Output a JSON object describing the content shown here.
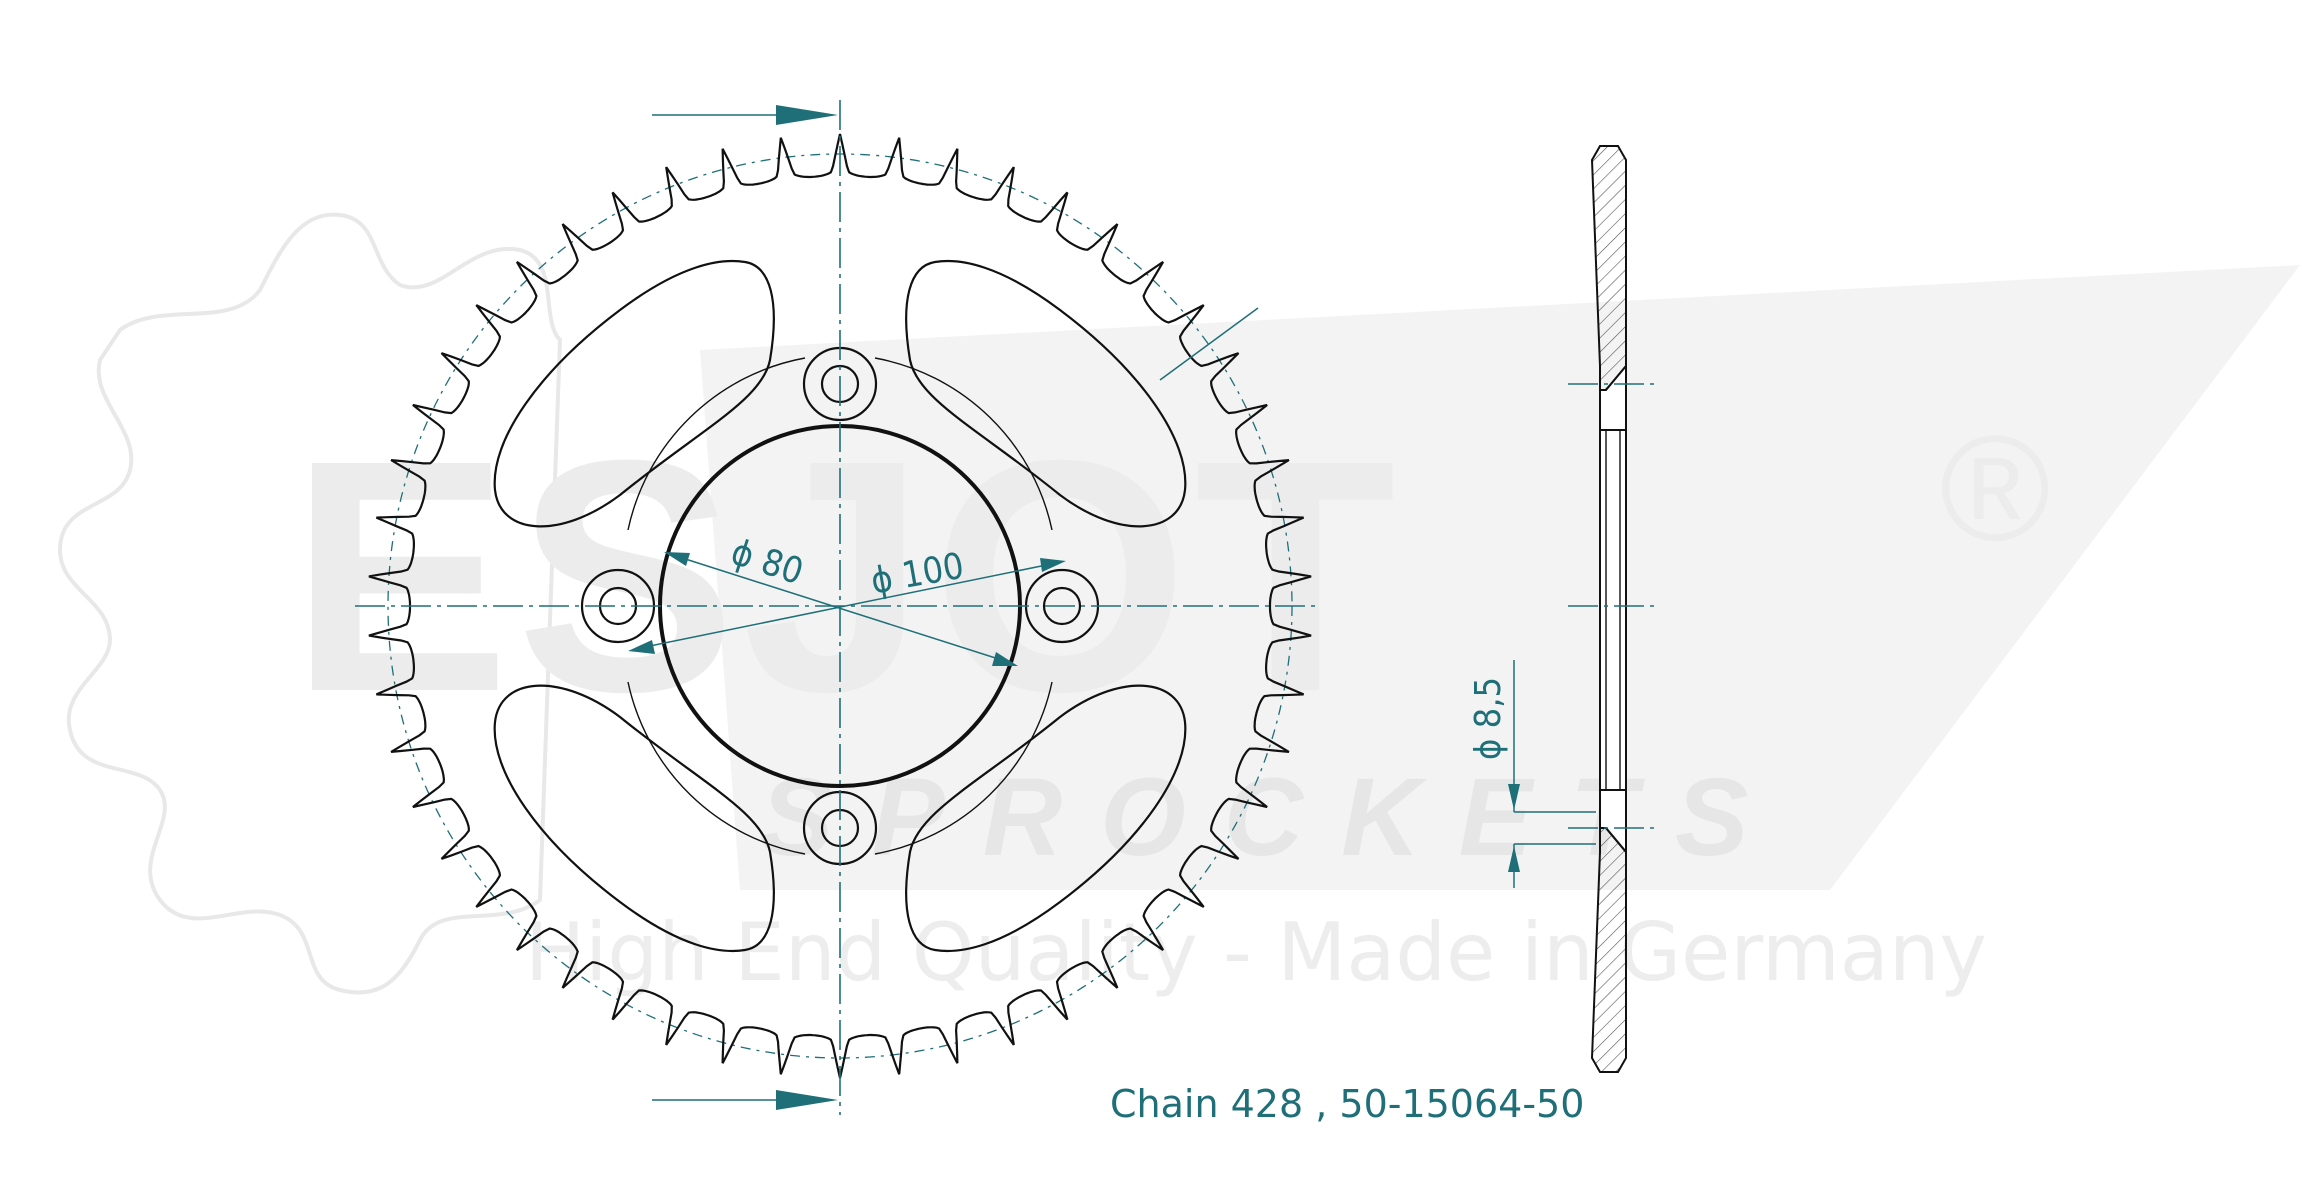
{
  "watermark": {
    "brand": "ESJOT",
    "registered": "®",
    "sub": "SPROCKETS",
    "tagline": "High End Quality - Made in Germany"
  },
  "sprocket": {
    "teeth": 50,
    "bolt_holes": 4
  },
  "dimensions": {
    "bore_label": "ϕ 80",
    "bolt_circle_label": "ϕ 100",
    "thickness_label": "ϕ 8,5"
  },
  "caption": "Chain 428 , 50-15064-50",
  "colors": {
    "annotation": "#1f6f78",
    "outline": "#111111",
    "watermark": "#ececec"
  }
}
